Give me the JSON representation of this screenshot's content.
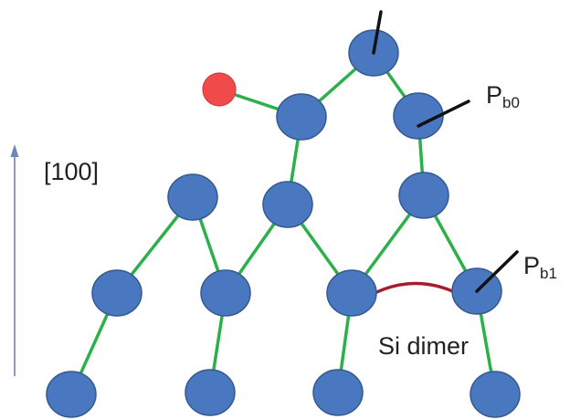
{
  "labels": {
    "direction": "[100]",
    "pb0_main": "P",
    "pb0_sub": "b0",
    "pb1_main": "P",
    "pb1_sub": "b1",
    "dimer": "Si dimer"
  },
  "colors": {
    "atom_fill": "#4a78c0",
    "atom_stroke": "#34598f",
    "bond": "#2bb04a",
    "dangling_bond": "#111111",
    "dimer_bond": "#a81d2e",
    "adsorbate_atom": "#f04a4a",
    "axis_arrow": "#6b86bb"
  }
}
